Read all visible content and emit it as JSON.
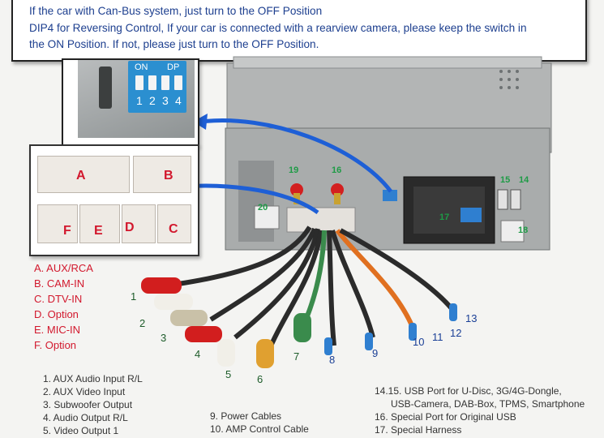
{
  "callout": {
    "line1": "If the car with Can-Bus system, just turn to the OFF Position",
    "line2": "DIP4 for Reversing Control, If your car is connected with a rearview camera, please keep the switch in",
    "line3": "the ON Position. If not, please just turn to the OFF Position."
  },
  "dip": {
    "on_label": "ON",
    "dp_label": "DP",
    "numbers": [
      "1",
      "2",
      "3",
      "4"
    ]
  },
  "connectors": [
    "A",
    "B",
    "F",
    "E",
    "D",
    "C"
  ],
  "legend": [
    "A. AUX/RCA",
    "B. CAM-IN",
    "C. DTV-IN",
    "D. Option",
    "E. MIC-IN",
    "F. Option"
  ],
  "cable_numbers": {
    "n1": "1",
    "n2": "2",
    "n3": "3",
    "n4": "4",
    "n5": "5",
    "n6": "6",
    "n7": "7",
    "n8": "8",
    "n9": "9",
    "n10": "10",
    "n11": "11",
    "n12": "12",
    "n13": "13"
  },
  "port_numbers": {
    "p14a": "14",
    "p15a": "15",
    "p15b": "15",
    "p16": "16",
    "p17": "17",
    "p18": "18",
    "p19": "19",
    "p20": "20"
  },
  "descriptions": {
    "col1": [
      "1. AUX Audio Input R/L",
      "2. AUX Video Input",
      "3. Subwoofer Output",
      "4. Audio Output R/L",
      "5. Video Output 1"
    ],
    "col2": [
      "9. Power Cables",
      "10. AMP Control Cable"
    ],
    "col3": [
      "14.15. USB Port for U-Disc, 3G/4G-Dongle,",
      "USB-Camera, DAB-Box, TPMS, Smartphone",
      "16. Special Port for Original USB",
      "17. Special Harness"
    ]
  },
  "colors": {
    "legend_red": "#d2182d",
    "callout_blue": "#1d3f8f",
    "arrow_blue": "#1e5fd6",
    "dip_blue": "#2b8fd0",
    "port_green": "#1e9b46"
  }
}
